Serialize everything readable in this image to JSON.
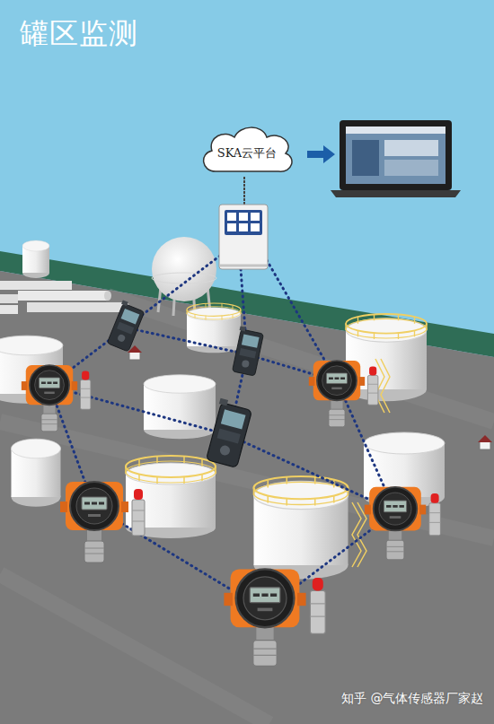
{
  "diagram": {
    "title": "罐区监测",
    "nodes": [
      {
        "text": [
          "SKA云平台"
        ]
      }
    ],
    "labels": [
      "知乎 @气体传感器厂家赵"
    ]
  }
}
